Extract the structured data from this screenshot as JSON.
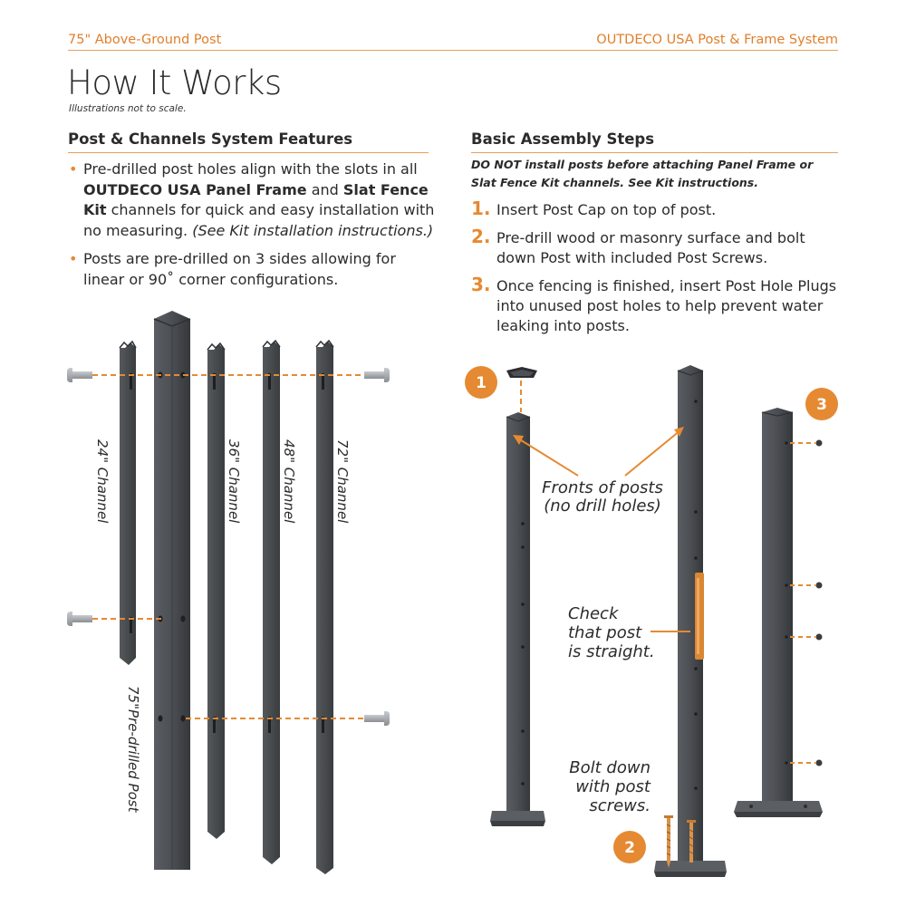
{
  "header": {
    "left": "75\" Above-Ground Post",
    "right": "OUTDECO USA Post & Frame System"
  },
  "title": "How It Works",
  "note": "Illustrations not to scale.",
  "features": {
    "heading": "Post & Channels System Features",
    "item1": {
      "t1": "Pre-drilled post holes align with the slots in all ",
      "b1": "OUTDECO USA Panel Frame",
      "t2": " and ",
      "b2": "Slat Fence Kit",
      "t3": " channels for quick and easy installation with no measuring. ",
      "i1": "(See Kit installation instructions.)"
    },
    "item2": "Posts are pre-drilled on 3 sides allowing for linear or 90˚ corner configurations."
  },
  "assembly": {
    "heading": "Basic Assembly Steps",
    "warning": "DO NOT install posts before attaching Panel Frame or Slat Fence Kit channels. See Kit instructions.",
    "steps": [
      {
        "num": "1.",
        "text": "Insert Post Cap on top of post."
      },
      {
        "num": "2.",
        "text": "Pre-drill wood or masonry surface and bolt down Post with included Post Screws."
      },
      {
        "num": "3.",
        "text": "Once fencing is finished, insert Post Hole Plugs into unused post holes to help prevent water leaking into posts."
      }
    ]
  },
  "left_illustration": {
    "channel_24": "24\" Channel",
    "channel_36": "36\" Channel",
    "channel_48": "48\" Channel",
    "channel_72": "72\" Channel",
    "post": "75\"Pre-drilled Post"
  },
  "right_illustration": {
    "badges": [
      "1",
      "2",
      "3"
    ],
    "fronts_line1": "Fronts of posts",
    "fronts_line2": "(no drill holes)",
    "check_line1": "Check",
    "check_line2": "that post",
    "check_line3": "is straight.",
    "bolt_line1": "Bolt down",
    "bolt_line2": "with post",
    "bolt_line3": "screws."
  },
  "colors": {
    "accent": "#e58a32",
    "post": "#4a4d50",
    "post_dark": "#35383b",
    "text": "#2b2b2b"
  }
}
